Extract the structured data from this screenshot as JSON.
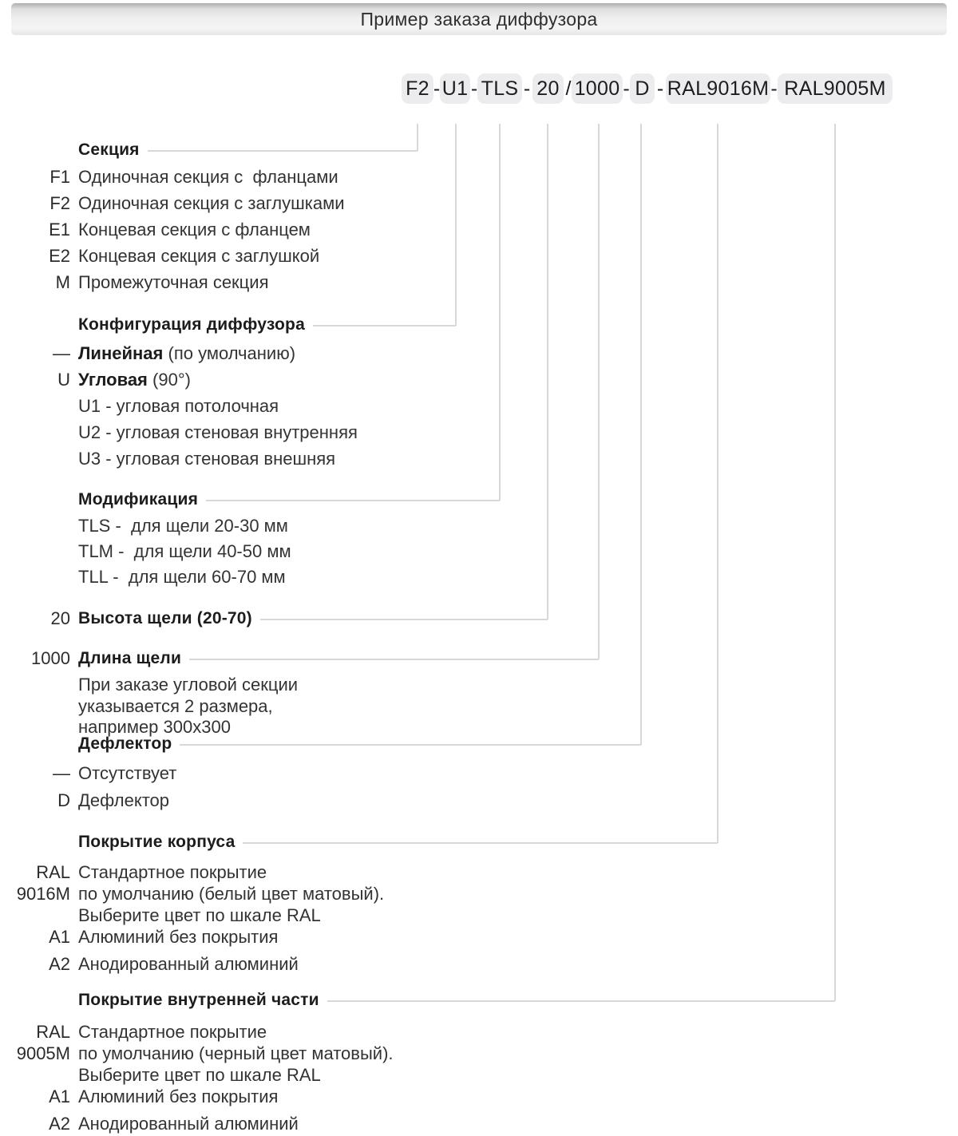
{
  "header": {
    "title": "Пример заказа диффузора"
  },
  "order_code": {
    "segments": [
      "F2",
      "U1",
      "TLS",
      "20",
      "1000",
      "D",
      "RAL9016M",
      "RAL9005M"
    ],
    "separators": [
      "-",
      "-",
      "-",
      "/",
      "-",
      "-",
      "-"
    ]
  },
  "colors": {
    "connector_line": "#d8d8d8",
    "code_box_bg": "#ececee",
    "heading_text": "#1c1c1c",
    "body_text": "#333333"
  },
  "sections": [
    {
      "id": "sektsiya",
      "heading": "Секция",
      "items": [
        {
          "code": "F1",
          "text": "Одиночная секция с  фланцами"
        },
        {
          "code": "F2",
          "text": "Одиночная секция с заглушками"
        },
        {
          "code": "E1",
          "text": "Концевая секция с фланцем"
        },
        {
          "code": "E2",
          "text": "Концевая секция с заглушкой"
        },
        {
          "code": "M",
          "text": "Промежуточная секция"
        }
      ]
    },
    {
      "id": "konfiguratsiya-diffuzora",
      "heading": "Конфигурация диффузора",
      "items": [
        {
          "code": "—",
          "bold": "Линейная",
          "text": "(по умолчанию)"
        },
        {
          "code": "U",
          "bold": "Угловая",
          "text": "(90°)"
        },
        {
          "code": "",
          "text": "U1 - угловая потолочная"
        },
        {
          "code": "",
          "text": "U2 - угловая стеновая внутренняя"
        },
        {
          "code": "",
          "text": "U3 - угловая стеновая внешняя"
        }
      ]
    },
    {
      "id": "modifikatsiya",
      "heading": "Модификация",
      "items": [
        {
          "code": "",
          "text": "TLS -  для щели 20-30 мм"
        },
        {
          "code": "",
          "text": "TLM -  для щели 40-50 мм"
        },
        {
          "code": "",
          "text": "TLL -  для щели 60-70 мм"
        }
      ]
    },
    {
      "id": "vysota-shcheli",
      "heading": "Высота щели (20-70)",
      "heading_code": "20",
      "items": []
    },
    {
      "id": "dlina-shcheli",
      "heading": "Длина щели",
      "heading_code": "1000",
      "items": [
        {
          "code": "",
          "text": "При заказе угловой секции"
        },
        {
          "code": "",
          "text": "указывается 2 размера,"
        },
        {
          "code": "",
          "text": "например 300х300"
        }
      ]
    },
    {
      "id": "deflektor",
      "heading": "Дефлектор",
      "items": [
        {
          "code": "—",
          "text": "Отсутствует"
        },
        {
          "code": "D",
          "text": "Дефлектор"
        }
      ]
    },
    {
      "id": "pokrytie-korpusa",
      "heading": "Покрытие корпуса",
      "items": [
        {
          "code": "RAL",
          "text": "Стандартное покрытие"
        },
        {
          "code": "9016M",
          "text": "по умолчанию (белый цвет матовый)."
        },
        {
          "code": "",
          "text": "Выберите цвет по шкале RAL"
        },
        {
          "code": "A1",
          "text": "Алюминий без покрытия"
        },
        {
          "code": "A2",
          "text": "Анодированный алюминий"
        }
      ]
    },
    {
      "id": "pokrytie-vnutrenney-chasti",
      "heading": "Покрытие внутренней части",
      "items": [
        {
          "code": "RAL",
          "text": "Стандартное покрытие"
        },
        {
          "code": "9005M",
          "text": "по умолчанию (черный цвет матовый)."
        },
        {
          "code": "",
          "text": "Выберите цвет по шкале RAL"
        },
        {
          "code": "A1",
          "text": "Алюминий без покрытия"
        },
        {
          "code": "A2",
          "text": "Анодированный алюминий"
        }
      ]
    }
  ]
}
